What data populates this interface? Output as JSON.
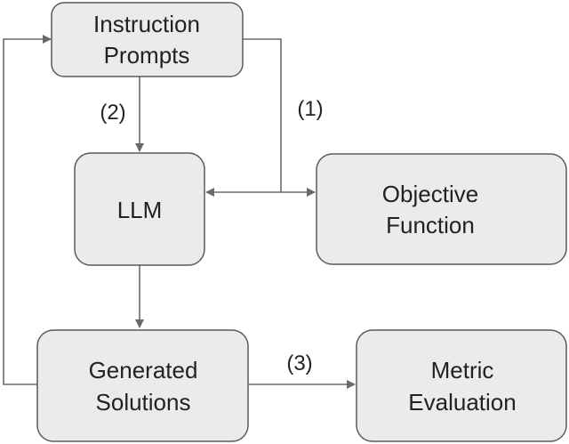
{
  "diagram": {
    "nodes": {
      "instruction_prompts": {
        "line1": "Instruction",
        "line2": "Prompts"
      },
      "llm": {
        "line1": "LLM"
      },
      "objective_function": {
        "line1": "Objective",
        "line2": "Function"
      },
      "generated_solutions": {
        "line1": "Generated",
        "line2": "Solutions"
      },
      "metric_evaluation": {
        "line1": "Metric",
        "line2": "Evaluation"
      }
    },
    "edge_labels": {
      "step1": "(1)",
      "step2": "(2)",
      "step3": "(3)"
    }
  }
}
